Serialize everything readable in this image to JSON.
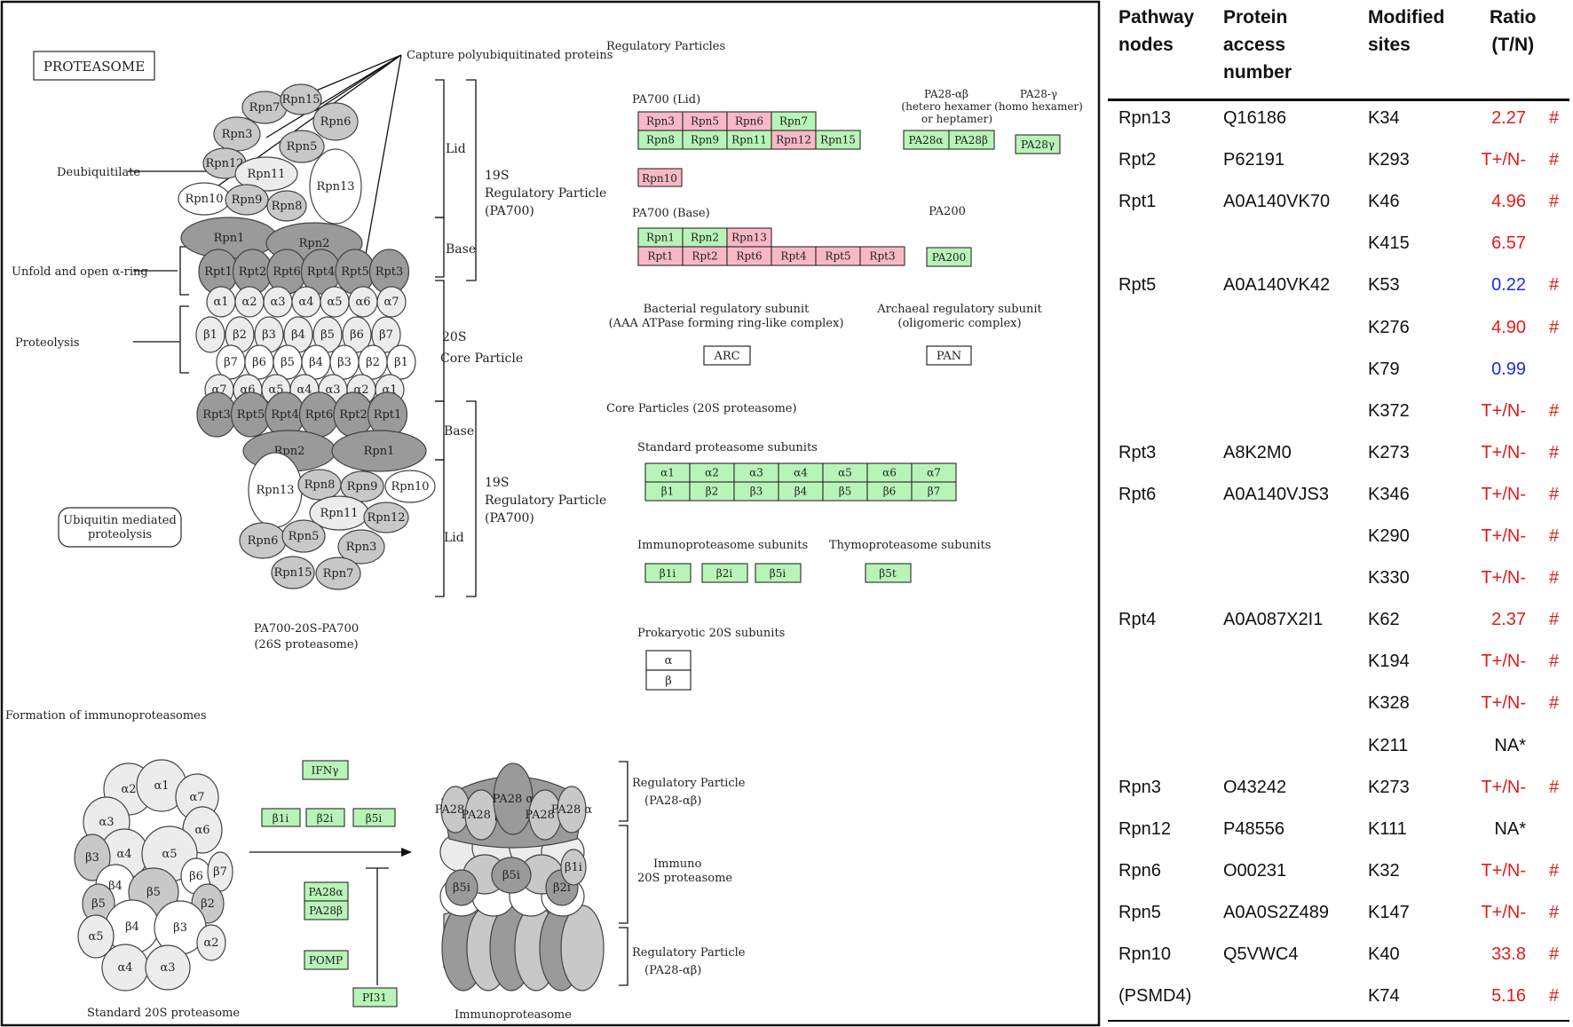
{
  "diagram": {
    "title": "PROTEASOME",
    "capture_label": "Capture polyubiquitinated proteins",
    "deubiquitilate": "Deubiquitilate",
    "unfold": "Unfold and open α-ring",
    "proteolysis": "Proteolysis",
    "lid": "Lid",
    "base": "Base",
    "rp19s": [
      "19S",
      "Regulatory Particle",
      "(PA700)"
    ],
    "cp20s": [
      "20S",
      "Core Particle"
    ],
    "ubiquitin_box": [
      "Ubiquitin mediated",
      "proteolysis"
    ],
    "pa700_caption": [
      "PA700-20S-PA700",
      "(26S proteasome)"
    ],
    "reg_particles": "Regulatory Particles",
    "pa700_lid": "PA700 (Lid)",
    "pa700_base": "PA700 (Base)",
    "pa28ab": [
      "PA28-αβ",
      "(hetero hexamer",
      "or heptamer)"
    ],
    "pa28g": [
      "PA28-γ",
      "(homo hexamer)"
    ],
    "pa200": "PA200",
    "bacterial": [
      "Bacterial regulatory subunit",
      "(AAA ATPase forming ring-like complex)"
    ],
    "archaeal": [
      "Archaeal regulatory subunit",
      "(oligomeric complex)"
    ],
    "arc": "ARC",
    "pan": "PAN",
    "core_particles": "Core Particles (20S proteasome)",
    "standard_subunits": "Standard proteasome subunits",
    "immuno_subunits": "Immunoproteasome subunits",
    "thymo_subunits": "Thymoproteasome subunits",
    "prok_subunits": "Prokaryotic 20S subunits",
    "formation": "Formation of immunoproteasomes",
    "standard_20s": "Standard 20S proteasome",
    "immunoproteasome": "Immunoproteasome",
    "rp28": [
      "Regulatory Particle",
      "(PA28-αβ)"
    ],
    "immuno20s": [
      "Immuno",
      "20S proteasome"
    ],
    "ifn": "IFNγ",
    "pa28a_box": "PA28α",
    "pa28b_box": "PA28β",
    "pomp": "POMP",
    "pi31": "PI31",
    "b1i": "β1i",
    "b2i": "β2i",
    "b5i": "β5i",
    "b5t": "β5t",
    "pa28g_box": "PA28γ",
    "lid_row1": [
      {
        "t": "Rpn3",
        "c": "pink"
      },
      {
        "t": "Rpn5",
        "c": "pink"
      },
      {
        "t": "Rpn6",
        "c": "pink"
      },
      {
        "t": "Rpn7",
        "c": "green"
      }
    ],
    "lid_row2": [
      {
        "t": "Rpn8",
        "c": "green"
      },
      {
        "t": "Rpn9",
        "c": "green"
      },
      {
        "t": "Rpn11",
        "c": "green"
      },
      {
        "t": "Rpn12",
        "c": "pink"
      },
      {
        "t": "Rpn15",
        "c": "green"
      }
    ],
    "rpn10": "Rpn10",
    "base_row1": [
      {
        "t": "Rpn1",
        "c": "green"
      },
      {
        "t": "Rpn2",
        "c": "green"
      },
      {
        "t": "Rpn13",
        "c": "pink"
      }
    ],
    "base_row2": [
      "Rpt1",
      "Rpt2",
      "Rpt6",
      "Rpt4",
      "Rpt5",
      "Rpt3"
    ],
    "alpha": [
      "α1",
      "α2",
      "α3",
      "α4",
      "α5",
      "α6",
      "α7"
    ],
    "beta": [
      "β1",
      "β2",
      "β3",
      "β4",
      "β5",
      "β6",
      "β7"
    ],
    "prok": [
      "α",
      "β"
    ],
    "top_lid_upper": [
      "Rpn7",
      "Rpn15"
    ],
    "top_lid_mid": [
      "Rpn3",
      "Rpn6"
    ],
    "top_lid_5": "Rpn5",
    "top_lid_12": "Rpn12",
    "top_lid_11": "Rpn11",
    "top_lid_13": "Rpn13",
    "top_lid_low": [
      "Rpn10",
      "Rpn9",
      "Rpn8"
    ],
    "top_rpn12": [
      "Rpn1",
      "Rpn2"
    ],
    "top_rpt": [
      "Rpt1",
      "Rpt2",
      "Rpt6",
      "Rpt4",
      "Rpt5",
      "Rpt3"
    ],
    "top_alpha": [
      "α1",
      "α2",
      "α3",
      "α4",
      "α5",
      "α6",
      "α7"
    ],
    "top_beta": [
      "β1",
      "β2",
      "β3",
      "β4",
      "β5",
      "β6",
      "β7"
    ],
    "bot_beta": [
      "β7",
      "β6",
      "β5",
      "β4",
      "β3",
      "β2",
      "β1"
    ],
    "bot_alpha": [
      "α7",
      "α6",
      "α5",
      "α4",
      "α3",
      "α2",
      "α1"
    ],
    "bot_rpt": [
      "Rpt3",
      "Rpt5",
      "Rpt4",
      "Rpt6",
      "Rpt2",
      "Rpt1"
    ],
    "bot_rpn12": [
      "Rpn2",
      "Rpn1"
    ],
    "bot_lid_13": "Rpn13",
    "bot_lid_upper": [
      "Rpn8",
      "Rpn9",
      "Rpn10"
    ],
    "bot_lid_mid": [
      "Rpn11",
      "Rpn12"
    ],
    "bot_lid_low": [
      "Rpn6",
      "Rpn5",
      "Rpn3"
    ],
    "bot_lid_bottom": [
      "Rpn15",
      "Rpn7"
    ],
    "std20s_labels": [
      "α2",
      "α1",
      "α7",
      "α3",
      "α6",
      "α4",
      "α5",
      "β3",
      "β6",
      "β7",
      "β4",
      "β5",
      "β5",
      "β2",
      "β4",
      "β3",
      "α5",
      "α2",
      "α4",
      "α3"
    ],
    "imm_labels": [
      "PA28 α",
      "PA28 β",
      "PA28 α",
      "PA28 β",
      "PA28 α",
      "β5i",
      "β5i",
      "β2i",
      "β1i"
    ]
  },
  "table": {
    "headers": [
      "Pathway nodes",
      "Protein access number",
      "Modified sites",
      "Ratio (T/N)"
    ],
    "header_lines": [
      [
        "Pathway",
        "nodes"
      ],
      [
        "Protein",
        "access",
        "number"
      ],
      [
        "Modified",
        "sites"
      ],
      [
        "Ratio",
        "(T/N)"
      ]
    ],
    "rows": [
      {
        "node": "Rpn13",
        "acc": "Q16186",
        "site": "K34",
        "ratio": "2.27",
        "color": "red",
        "mark": "#"
      },
      {
        "node": "Rpt2",
        "acc": "P62191",
        "site": "K293",
        "ratio": "T+/N-",
        "color": "red",
        "mark": "#"
      },
      {
        "node": "Rpt1",
        "acc": "A0A140VK70",
        "site": "K46",
        "ratio": "4.96",
        "color": "red",
        "mark": "#"
      },
      {
        "node": "",
        "acc": "",
        "site": "K415",
        "ratio": "6.57",
        "color": "red",
        "mark": ""
      },
      {
        "node": "Rpt5",
        "acc": "A0A140VK42",
        "site": "K53",
        "ratio": "0.22",
        "color": "blue",
        "mark": "#"
      },
      {
        "node": "",
        "acc": "",
        "site": "K276",
        "ratio": "4.90",
        "color": "red",
        "mark": "#"
      },
      {
        "node": "",
        "acc": "",
        "site": "K79",
        "ratio": "0.99",
        "color": "blue",
        "mark": ""
      },
      {
        "node": "",
        "acc": "",
        "site": "K372",
        "ratio": "T+/N-",
        "color": "red",
        "mark": "#"
      },
      {
        "node": "Rpt3",
        "acc": "A8K2M0",
        "site": "K273",
        "ratio": "T+/N-",
        "color": "red",
        "mark": "#"
      },
      {
        "node": "Rpt6",
        "acc": "A0A140VJS3",
        "site": "K346",
        "ratio": "T+/N-",
        "color": "red",
        "mark": "#"
      },
      {
        "node": "",
        "acc": "",
        "site": "K290",
        "ratio": "T+/N-",
        "color": "red",
        "mark": "#"
      },
      {
        "node": "",
        "acc": "",
        "site": "K330",
        "ratio": "T+/N-",
        "color": "red",
        "mark": "#"
      },
      {
        "node": "Rpt4",
        "acc": "A0A087X2I1",
        "site": "K62",
        "ratio": "2.37",
        "color": "red",
        "mark": "#"
      },
      {
        "node": "",
        "acc": "",
        "site": "K194",
        "ratio": "T+/N-",
        "color": "red",
        "mark": "#"
      },
      {
        "node": "",
        "acc": "",
        "site": "K328",
        "ratio": "T+/N-",
        "color": "red",
        "mark": "#"
      },
      {
        "node": "",
        "acc": "",
        "site": "K211",
        "ratio": "NA*",
        "color": "black",
        "mark": ""
      },
      {
        "node": "Rpn3",
        "acc": "O43242",
        "site": "K273",
        "ratio": "T+/N-",
        "color": "red",
        "mark": "#"
      },
      {
        "node": "Rpn12",
        "acc": "P48556",
        "site": "K111",
        "ratio": "NA*",
        "color": "black",
        "mark": ""
      },
      {
        "node": "Rpn6",
        "acc": "O00231",
        "site": "K32",
        "ratio": "T+/N-",
        "color": "red",
        "mark": "#"
      },
      {
        "node": "Rpn5",
        "acc": "A0A0S2Z489",
        "site": "K147",
        "ratio": "T+/N-",
        "color": "red",
        "mark": "#"
      },
      {
        "node": "Rpn10",
        "acc": "Q5VWC4",
        "site": "K40",
        "ratio": "33.8",
        "color": "red",
        "mark": "#"
      },
      {
        "node": "(PSMD4)",
        "acc": "",
        "site": "K74",
        "ratio": "5.16",
        "color": "red",
        "mark": "#"
      }
    ]
  },
  "colors": {
    "green": "#b8f4b8",
    "pink": "#f9b8c6",
    "red": "#e21b1b",
    "blue": "#1a2fe0"
  }
}
